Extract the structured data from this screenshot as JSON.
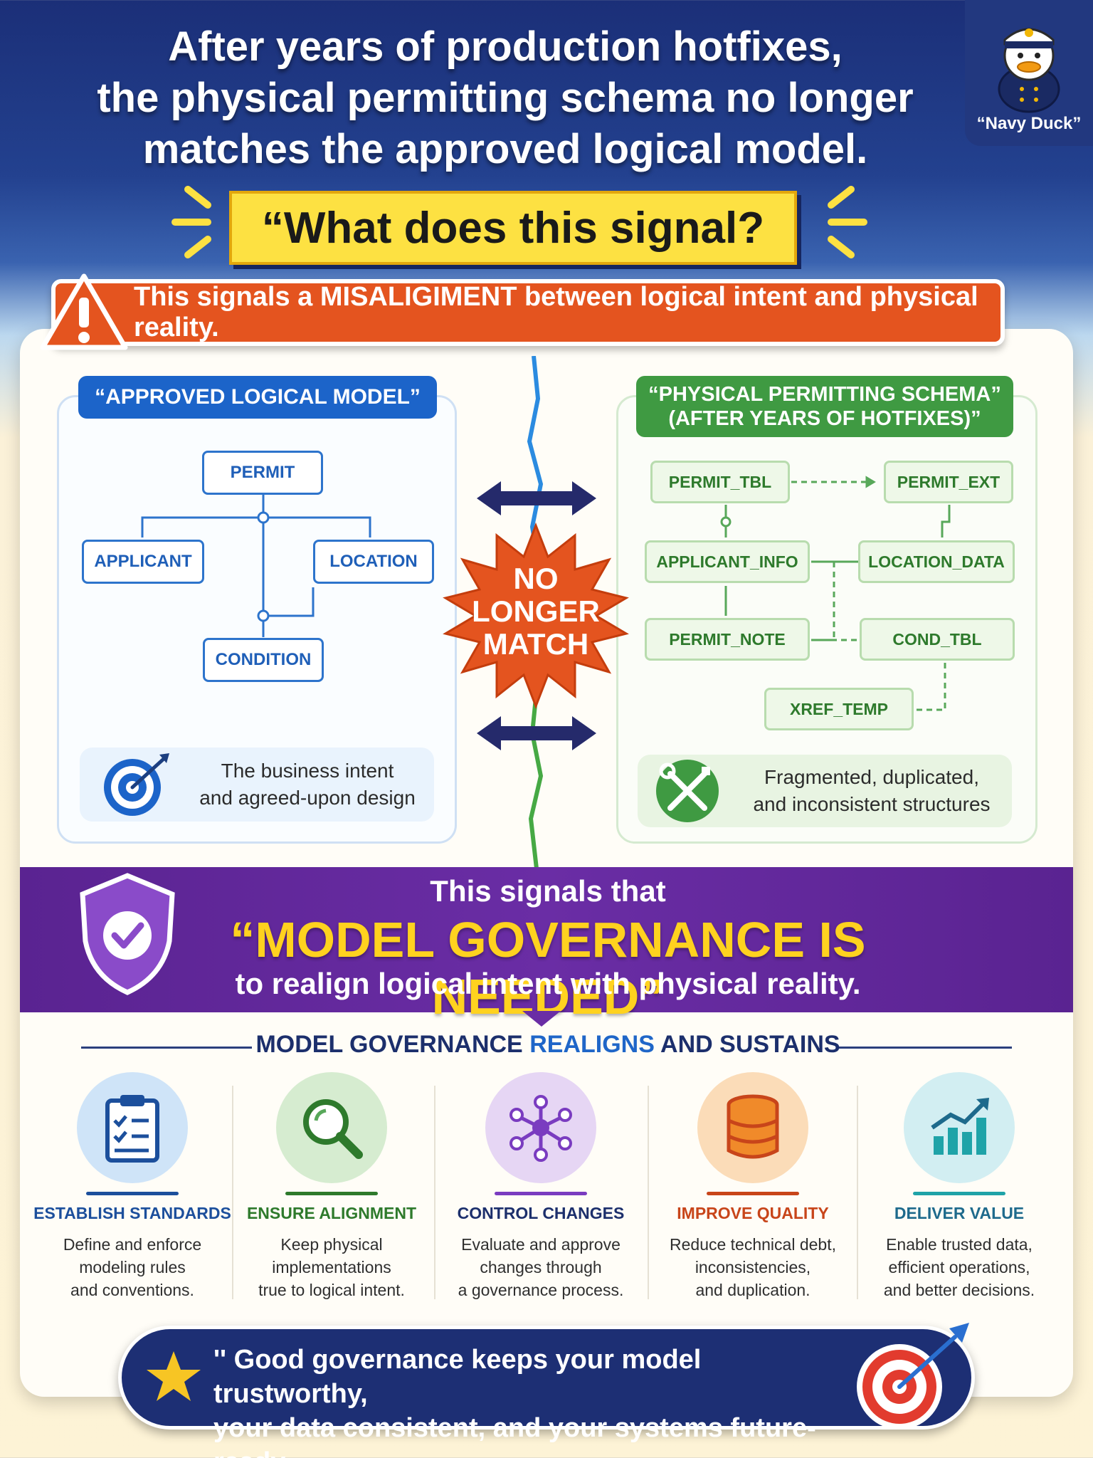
{
  "header": {
    "headline_lines": [
      "After years of production hotfixes,",
      "the physical permitting schema no longer",
      "matches the approved logical model."
    ],
    "mascot_label": "“Navy Duck”",
    "question": "“What does this signal?",
    "alert": "This signals a MISALIGIMENT between logical intent and physical reality."
  },
  "logical_panel": {
    "title": "“APPROVED LOGICAL MODEL”",
    "nodes": {
      "permit": "PERMIT",
      "applicant": "APPLICANT",
      "location": "LOCATION",
      "condition": "CONDITION"
    },
    "desc_lines": [
      "The business intent",
      "and agreed-upon design"
    ]
  },
  "physical_panel": {
    "title_lines": [
      "“PHYSICAL PERMITTING SCHEMA”",
      "(AFTER YEARS OF HOTFIXES)”"
    ],
    "nodes": {
      "permit_tbl": "PERMIT_TBL",
      "permit_ext": "PERMIT_EXT",
      "applicant_info": "APPLICANT_INFO",
      "location_data": "LOCATION_DATA",
      "permit_note": "PERMIT_NOTE",
      "cond_tbl": "COND_TBL",
      "xref_temp": "XREF_TEMP"
    },
    "desc_lines": [
      "Fragmented, duplicated,",
      "and inconsistent structures"
    ]
  },
  "mismatch_badge": [
    "NO",
    "LONGER",
    "MATCH"
  ],
  "governance_band": {
    "line1": "This signals that",
    "line2": "“MODEL GOVERNANCE IS NEEDED”",
    "line3": "to realign logical intent with physical reality."
  },
  "section": {
    "heading_part1": "MODEL GOVERNANCE ",
    "heading_accent": "REALIGNS",
    "heading_part2": " AND SUSTAINS"
  },
  "pillars": [
    {
      "title": "ESTABLISH STANDARDS",
      "desc": [
        "Define and enforce",
        "modeling rules",
        "and conventions."
      ],
      "icon": "clipboard-checklist-icon",
      "color": "#1c4f9c"
    },
    {
      "title": "ENSURE ALIGNMENT",
      "desc": [
        "Keep physical",
        "implementations",
        "true to logical intent."
      ],
      "icon": "magnifier-icon",
      "color": "#2e7a2c"
    },
    {
      "title": "CONTROL CHANGES",
      "desc": [
        "Evaluate and approve",
        "changes through",
        "a governance process."
      ],
      "icon": "network-hub-icon",
      "color": "#1c2f6c"
    },
    {
      "title": "IMPROVE QUALITY",
      "desc": [
        "Reduce technical debt,",
        "inconsistencies,",
        "and duplication."
      ],
      "icon": "database-icon",
      "color": "#c8451a"
    },
    {
      "title": "DELIVER VALUE",
      "desc": [
        "Enable trusted data,",
        "efficient operations,",
        "and better decisions."
      ],
      "icon": "growth-chart-icon",
      "color": "#1e6a8c"
    }
  ],
  "footer": {
    "lines": [
      "'' Good governance keeps your model trustworthy,",
      "your data consistent, and your systems future-ready."
    ]
  },
  "colors": {
    "navy": "#1d2f74",
    "alert_orange": "#e4541f",
    "logical_blue": "#1c64c9",
    "physical_green": "#3f9a42",
    "governance_purple": "#5a2391",
    "highlight_yellow": "#ffd21f"
  }
}
